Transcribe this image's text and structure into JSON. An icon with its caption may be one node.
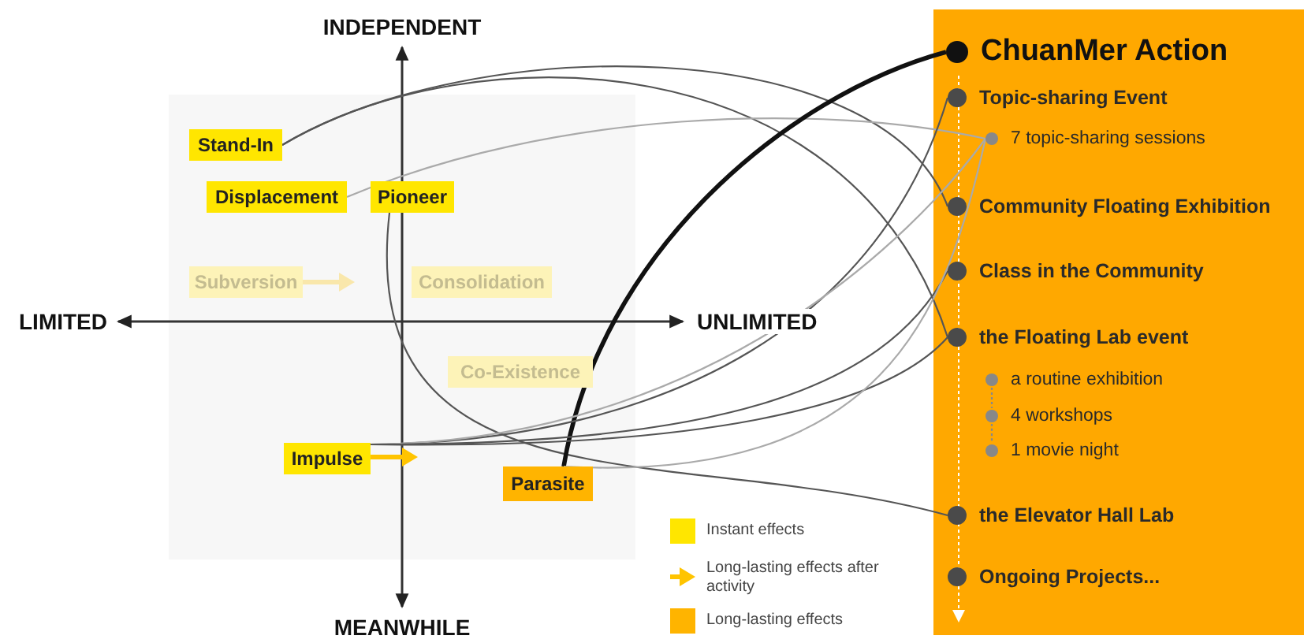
{
  "diagram": {
    "nodes": [
      {
        "text": [
          "Stand-In"
        ]
      },
      {
        "text": [
          "Displacement"
        ]
      },
      {
        "text": [
          "Pioneer"
        ]
      },
      {
        "text": [
          "Subversion"
        ]
      },
      {
        "text": [
          "Consolidation"
        ]
      },
      {
        "text": [
          "Co-Existence"
        ]
      },
      {
        "text": [
          "Impulse"
        ]
      },
      {
        "text": [
          "Parasite"
        ]
      },
      {
        "text": [],
        "shape": "box"
      },
      {
        "text": [
          "ChuanMer Action"
        ],
        "in": 8
      },
      {
        "text": [
          "Topic-sharing Event"
        ],
        "in": 8
      },
      {
        "text": [
          "7 topic-sharing sessions"
        ],
        "in": 8
      },
      {
        "text": [
          "Community Floating Exhibition"
        ],
        "in": 8
      },
      {
        "text": [
          "Class in the Community"
        ],
        "in": 8
      },
      {
        "text": [
          "the Floating Lab event"
        ],
        "in": 8
      },
      {
        "text": [
          "a routine exhibition"
        ],
        "in": 8
      },
      {
        "text": [
          "4 workshops"
        ],
        "in": 8
      },
      {
        "text": [
          "1 movie night"
        ],
        "in": 8
      },
      {
        "text": [
          "the Elevator Hall Lab"
        ],
        "in": 8
      },
      {
        "text": [
          "Ongoing Projects..."
        ],
        "in": 8
      }
    ],
    "edges": [
      {
        "from": 0,
        "to": 12,
        "arrow": "none"
      },
      {
        "from": 0,
        "to": 14,
        "arrow": "none"
      },
      {
        "from": 1,
        "to": 11,
        "arrow": "none",
        "color": "#aaaaaa"
      },
      {
        "from": 2,
        "to": 18,
        "arrow": "none"
      },
      {
        "from": 7,
        "to": 9,
        "arrow": "none",
        "style": "thick",
        "color": "#111111"
      },
      {
        "from": 6,
        "to": 10,
        "arrow": "none"
      },
      {
        "from": 6,
        "to": 11,
        "arrow": "none",
        "color": "#aaaaaa"
      },
      {
        "from": 6,
        "to": 13,
        "arrow": "none"
      },
      {
        "from": 6,
        "to": 14,
        "arrow": "none"
      },
      {
        "from": 7,
        "to": 11,
        "arrow": "none",
        "color": "#aaaaaa"
      },
      {
        "from": 15,
        "to": 16,
        "arrow": "none",
        "style": "dashed",
        "color": "#888888"
      },
      {
        "from": 16,
        "to": 17,
        "arrow": "none",
        "style": "dashed",
        "color": "#888888"
      }
    ],
    "labels": [
      "INDEPENDENT",
      "LIMITED",
      "UNLIMITED",
      "MEANWHILE"
    ],
    "legend": [
      {
        "text": "Instant effects",
        "color": "#ffe600"
      },
      {
        "text": "Long-lasting effects after activity"
      },
      {
        "text": "Long-lasting effects",
        "color": "#ffb400"
      }
    ]
  }
}
